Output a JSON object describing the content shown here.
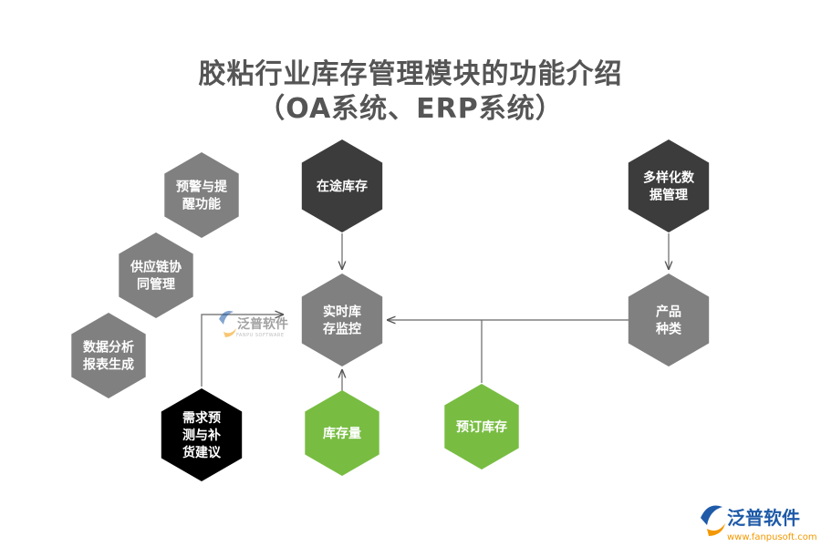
{
  "title": {
    "line1": "胶粘行业库存管理模块的功能介绍",
    "line2": "（OA系统、ERP系统）"
  },
  "colors": {
    "gray": "#808080",
    "dark": "#3c3c3c",
    "black": "#000000",
    "green": "#78bd42",
    "arrow": "#555555",
    "title": "#555555",
    "brand_blue": "#1e5aa8",
    "brand_orange": "#f39800"
  },
  "nodes": {
    "early_warning": [
      "预警与提",
      "醒功能"
    ],
    "supply_chain": [
      "供应链协",
      "同管理"
    ],
    "data_analysis": [
      "数据分析",
      "报表生成"
    ],
    "forecast": [
      "需求预",
      "测与补",
      "货建议"
    ],
    "in_transit": [
      "在途库存"
    ],
    "realtime": [
      "实时库",
      "存监控"
    ],
    "stock_qty": [
      "库存量"
    ],
    "reserved": [
      "预订库存"
    ],
    "diverse_data": [
      "多样化数",
      "据管理"
    ],
    "product_types": [
      "产品",
      "种类"
    ]
  },
  "watermark": {
    "center": {
      "name": "泛普软件",
      "sub": "FANPU SOFTWARE"
    },
    "corner": {
      "name": "泛普软件",
      "url": "www.fanpusoft.com"
    }
  }
}
